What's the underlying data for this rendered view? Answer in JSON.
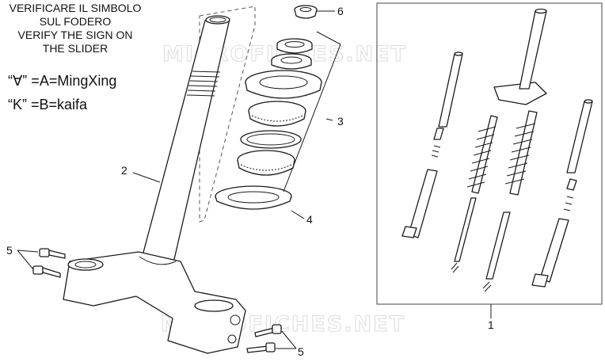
{
  "notes": {
    "italian_line1": "VERIFICARE IL SIMBOLO",
    "italian_line2": "SUL FODERO",
    "english_line1": "VERIFY THE SIGN ON",
    "english_line2": "THE SLIDER",
    "code_a": "“∀” =A=MingXing",
    "code_k": "“K” =B=kaifa"
  },
  "watermark": {
    "top": "MICROFICHES.NET",
    "bottom": "MICROFICHES.NET"
  },
  "callouts": {
    "fork_assembly": "1",
    "steering_stem": "2",
    "bearing_set": "3",
    "dust_seal": "4",
    "bolts_upper": "5",
    "bolts_lower": "5",
    "top_nut": "6"
  }
}
